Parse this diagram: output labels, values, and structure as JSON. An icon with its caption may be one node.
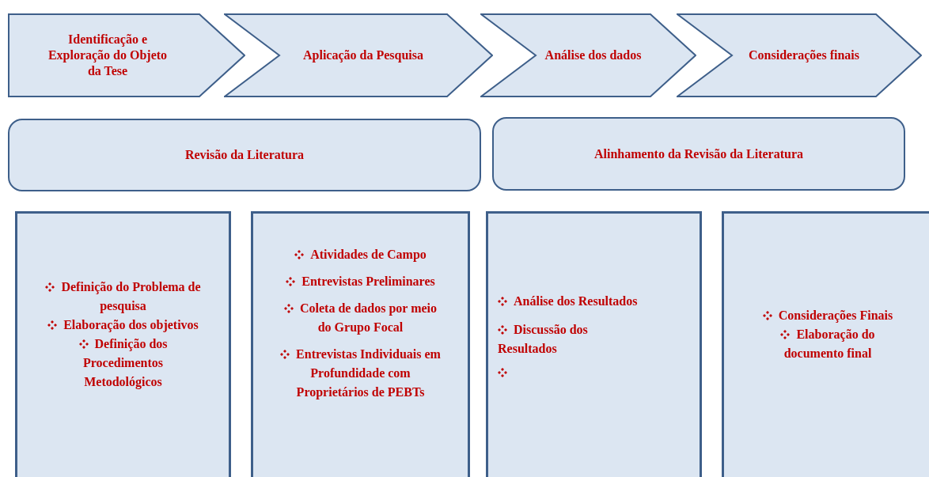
{
  "diagram": {
    "nodes": [
      {
        "text": [
          "Identificação e Exploração do Objeto da Tese"
        ]
      },
      {
        "text": [
          "Aplicação da Pesquisa"
        ]
      },
      {
        "text": [
          "Análise dos dados"
        ]
      },
      {
        "text": [
          "Considerações finais"
        ]
      },
      {
        "text": [
          "Revisão da Literatura"
        ]
      },
      {
        "text": [
          "Alinhamento da Revisão da Literatura"
        ]
      },
      {
        "text": [
          "Definição do Problema de pesquisa",
          "Elaboração dos objetivos",
          "Definição dos Procedimentos Metodológicos"
        ]
      },
      {
        "text": [
          "Atividades de Campo",
          "Entrevistas Preliminares",
          "Coleta de dados por meio do Grupo Focal",
          "Entrevistas Individuais em Profundidade com Proprietários de PEBTs"
        ]
      },
      {
        "text": [
          "Análise dos Resultados",
          "Discussão dos Resultados"
        ]
      },
      {
        "text": [
          "Considerações Finais",
          "Elaboração do documento final"
        ]
      }
    ]
  }
}
